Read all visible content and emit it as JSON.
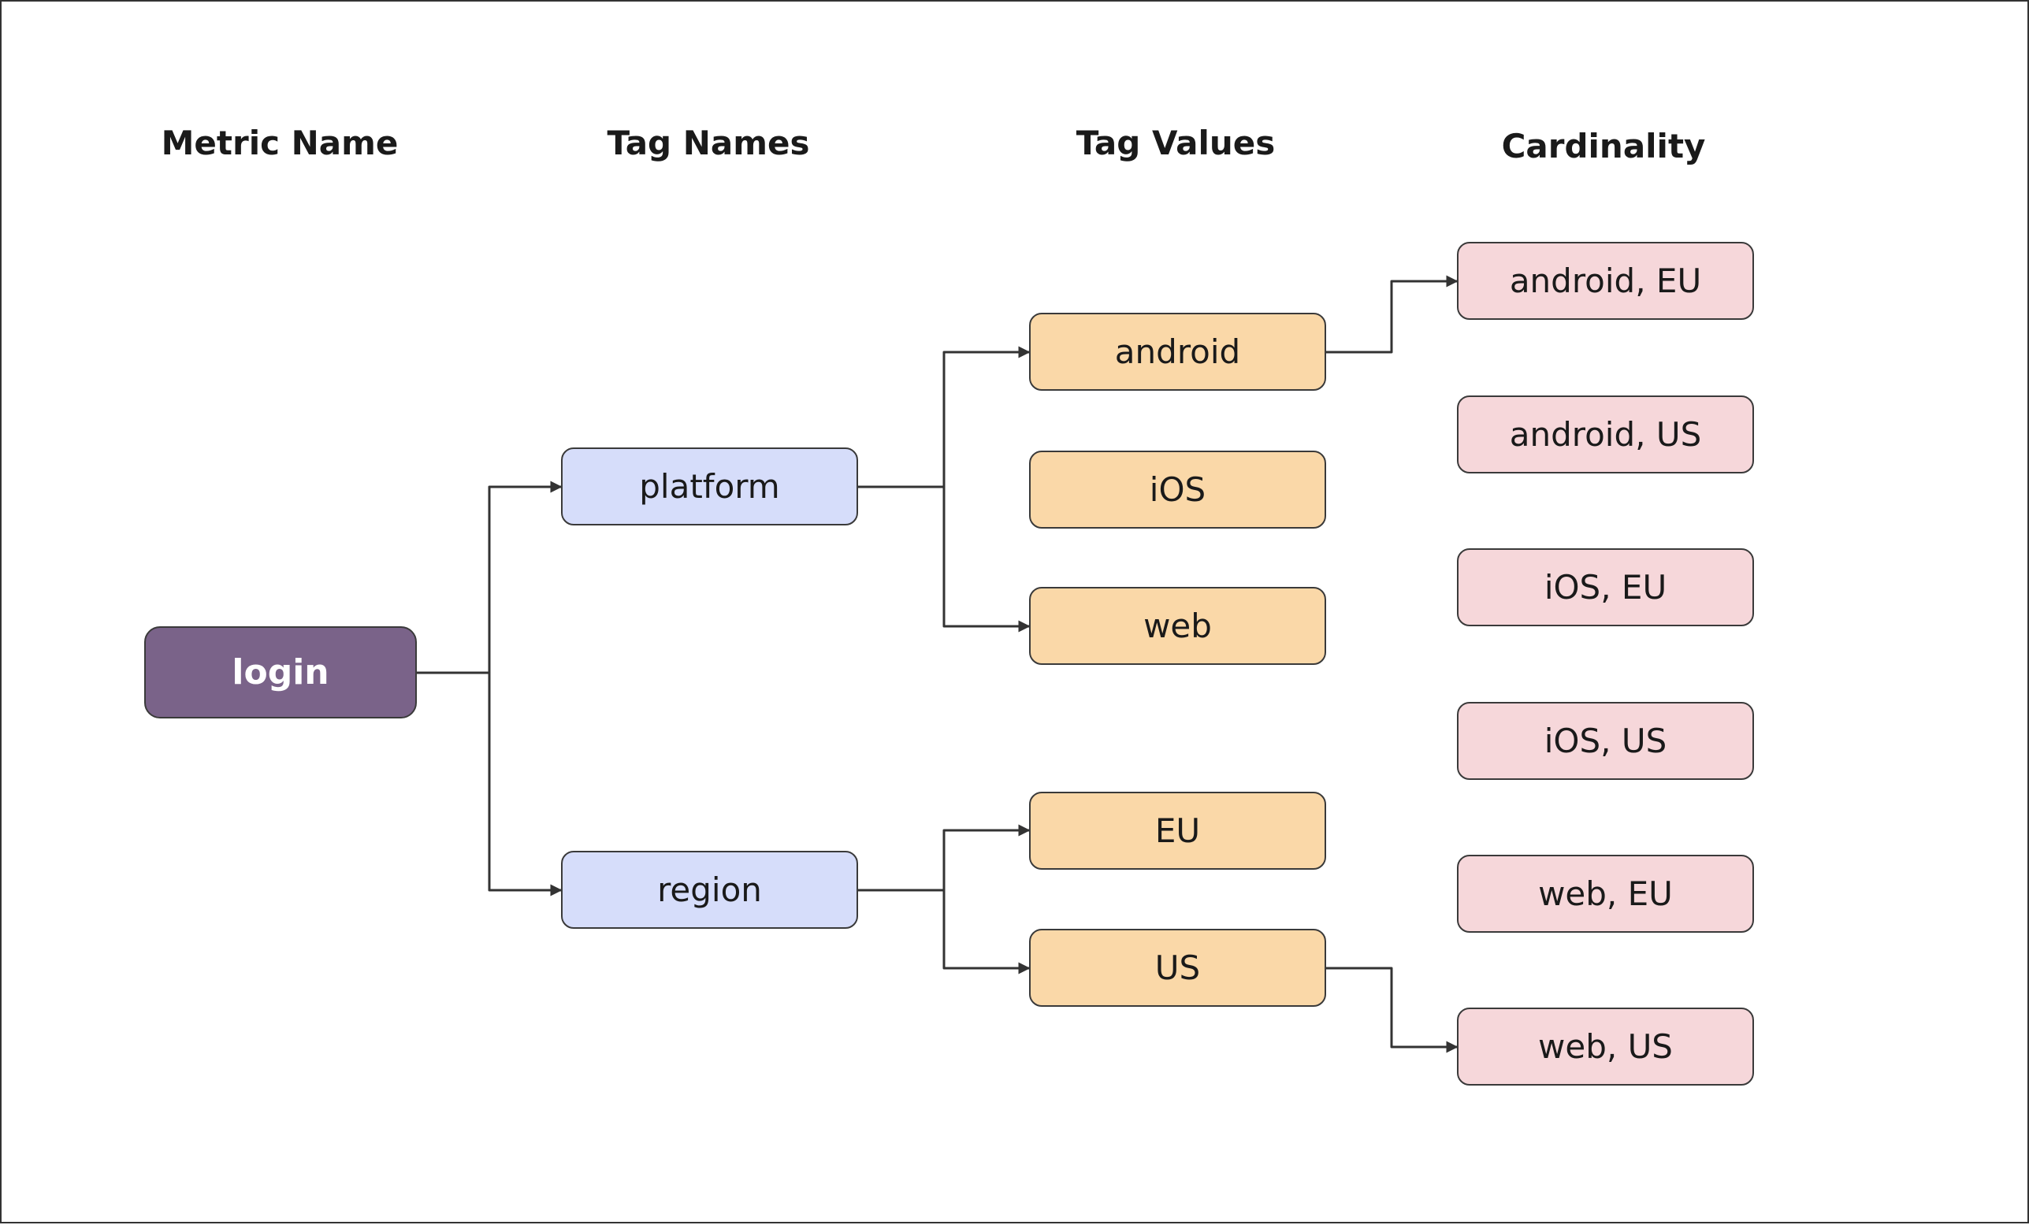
{
  "headers": {
    "metric_name": "Metric Name",
    "tag_names": "Tag Names",
    "tag_values": "Tag Values",
    "cardinality": "Cardinality"
  },
  "metric": {
    "label": "login"
  },
  "tag_names": [
    {
      "label": "platform"
    },
    {
      "label": "region"
    }
  ],
  "tag_values": [
    {
      "label": "android"
    },
    {
      "label": "iOS"
    },
    {
      "label": "web"
    },
    {
      "label": "EU"
    },
    {
      "label": "US"
    }
  ],
  "cardinality": [
    {
      "label": "android, EU"
    },
    {
      "label": "android, US"
    },
    {
      "label": "iOS, EU"
    },
    {
      "label": "iOS, US"
    },
    {
      "label": "web, EU"
    },
    {
      "label": "web, US"
    }
  ],
  "edges": [
    {
      "from": "login",
      "to": "platform"
    },
    {
      "from": "login",
      "to": "region"
    },
    {
      "from": "platform",
      "to": "android"
    },
    {
      "from": "platform",
      "to": "web"
    },
    {
      "from": "region",
      "to": "EU"
    },
    {
      "from": "region",
      "to": "US"
    },
    {
      "from": "android",
      "to": "android, EU"
    },
    {
      "from": "US",
      "to": "web, US"
    }
  ],
  "colors": {
    "metric_fill": "#7a6389",
    "tag_name_fill": "#d6ddfa",
    "tag_value_fill": "#fad8a8",
    "cardinality_fill": "#f6d7da",
    "line": "#333333"
  }
}
